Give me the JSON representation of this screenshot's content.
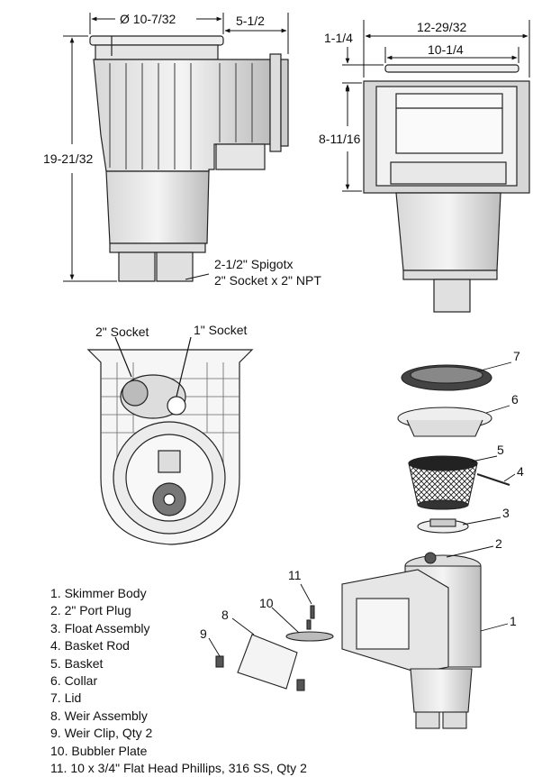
{
  "dimensions": {
    "top_diameter": "Ø 10-7/32",
    "side_depth": "5-1/2",
    "total_height": "19-21/32",
    "overall_width": "12-29/32",
    "lid_offset": "1-1/4",
    "opening_width": "10-1/4",
    "opening_height": "8-11/16"
  },
  "callouts": {
    "spigot_line1": "2-1/2\" Spigotx",
    "spigot_line2": "2\" Socket x 2\" NPT",
    "socket_2in": "2\" Socket",
    "socket_1in": "1\" Socket"
  },
  "part_numbers": [
    "1",
    "2",
    "3",
    "4",
    "5",
    "6",
    "7",
    "8",
    "9",
    "10",
    "11"
  ],
  "parts_list": [
    "1. Skimmer Body",
    "2. 2\" Port Plug",
    "3. Float Assembly",
    "4. Basket Rod",
    "5. Basket",
    "6. Collar",
    "7. Lid",
    "8. Weir Assembly",
    "9. Weir Clip, Qty 2",
    "10. Bubbler Plate",
    "11. 10 x 3/4\" Flat Head Phillips, 316 SS, Qty 2"
  ]
}
